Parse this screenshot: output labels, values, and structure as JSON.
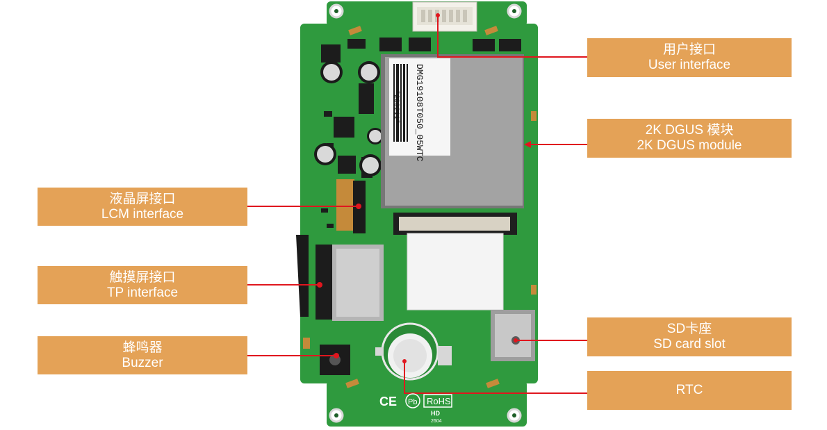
{
  "labels": {
    "user_interface": {
      "zh": "用户接口",
      "en": "User interface"
    },
    "dgus_module": {
      "zh": "2K DGUS 模块",
      "en": "2K DGUS module"
    },
    "lcm_interface": {
      "zh": "液晶屏接口",
      "en": "LCM interface"
    },
    "tp_interface": {
      "zh": "触摸屏接口",
      "en": "TP interface"
    },
    "buzzer": {
      "zh": "蜂鸣器",
      "en": "Buzzer"
    },
    "sd_slot": {
      "zh": "SD卡座",
      "en": "SD card slot"
    },
    "rtc": {
      "en": "RTC"
    }
  },
  "board_marks": {
    "label_code": "DMG19108T050_05WTC",
    "label_serial": "*260211*",
    "ce": "CE",
    "pb": "Pb",
    "rohs": "RoHS",
    "hd": "HD",
    "date_code": "2604"
  },
  "colors": {
    "label_bg": "#e4a257",
    "label_text": "#ffffff",
    "pcb_green": "#2f9a3e",
    "leader_line": "#e0161e",
    "shield": "#9a9a9a"
  }
}
